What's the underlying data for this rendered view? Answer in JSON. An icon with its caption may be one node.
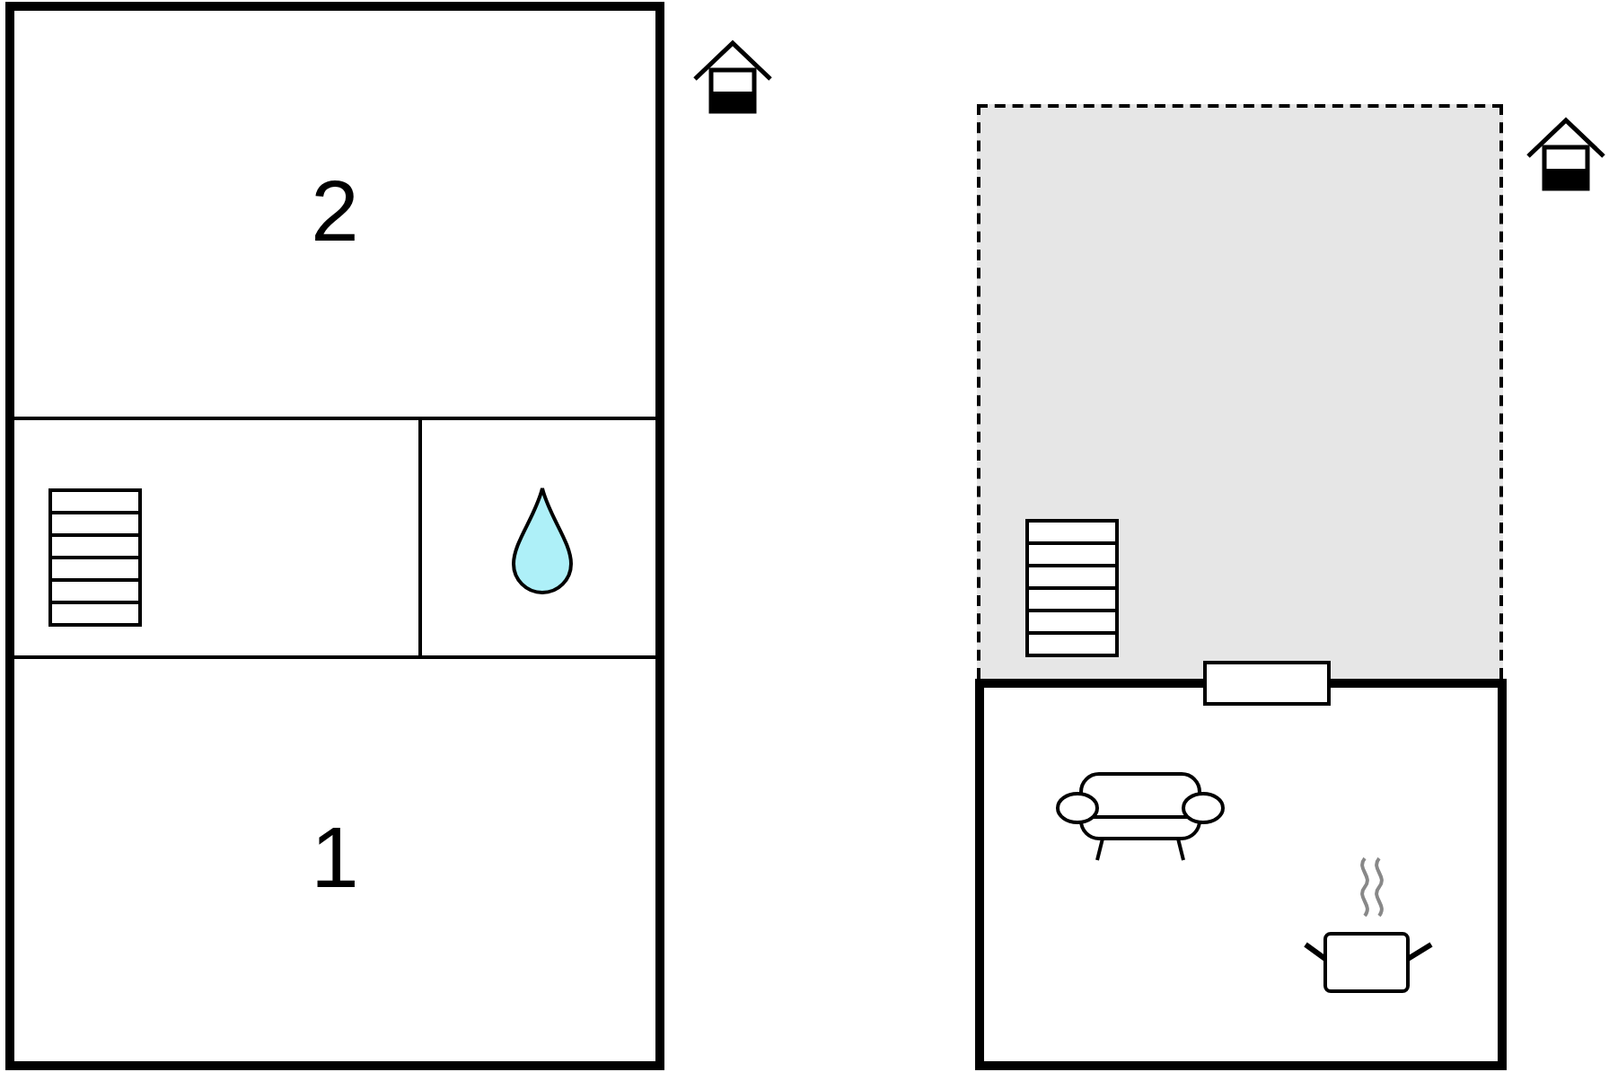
{
  "diagram": {
    "nodes": [
      {
        "text": [
          "2"
        ]
      },
      {
        "text": [],
        "shape": "box"
      },
      {
        "text": [],
        "shape": "box"
      },
      {
        "text": [
          "1"
        ]
      },
      {
        "text": [],
        "shape": "box"
      },
      {
        "text": [],
        "shape": "box"
      }
    ]
  }
}
